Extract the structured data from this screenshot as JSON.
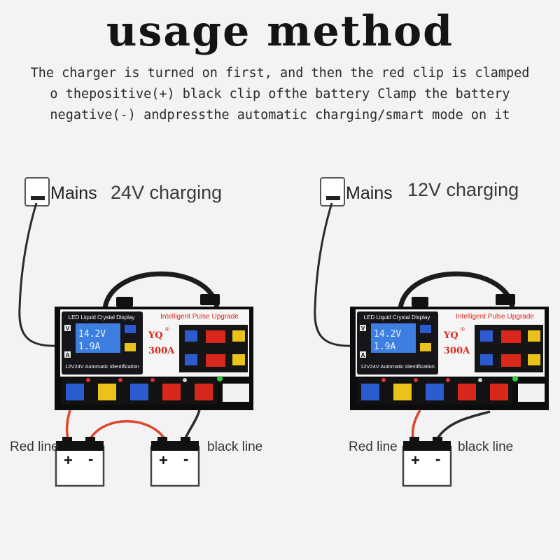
{
  "title": "usage method",
  "instructions": [
    "The charger is turned on first, and then the red clip is clamped",
    "o thepositive(+) black clip ofthe battery Clamp the battery",
    "negative(-) andpressthe automatic charging/smart mode on it"
  ],
  "diagrams": [
    {
      "mode_label": "24V charging",
      "mains_label": "Mains",
      "red_line_label": "Red line",
      "black_line_label": "black line",
      "batteries": [
        {
          "plus": "+",
          "minus": "-"
        },
        {
          "plus": "+",
          "minus": "-"
        }
      ]
    },
    {
      "mode_label": "12V charging",
      "mains_label": "Mains",
      "red_line_label": "Red line",
      "black_line_label": "black line",
      "batteries": [
        {
          "plus": "+",
          "minus": "-"
        }
      ]
    }
  ],
  "charger": {
    "display_title": "LED Liquid Crystal Display",
    "brand_headline": "Intelligent Pulse Upgrade",
    "brand": "YQ",
    "registered": "®",
    "model": "300A",
    "voltage_reading": "14.2V",
    "current_reading": "1.9A",
    "v_key": "V",
    "a_key": "A",
    "identification": "12V24V Automatic Identification"
  },
  "colors": {
    "background": "#f3f3f5",
    "red_wire": "#e0452b",
    "black_wire": "#2b2b2b",
    "charger_body": "#0c0c0c",
    "lcd": "#3d7fe0"
  }
}
